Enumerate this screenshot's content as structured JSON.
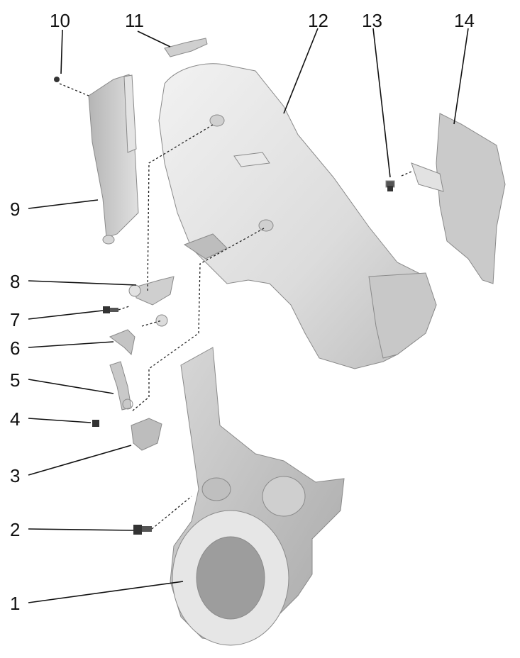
{
  "callouts": [
    {
      "id": "1",
      "label": "1"
    },
    {
      "id": "2",
      "label": "2"
    },
    {
      "id": "3",
      "label": "3"
    },
    {
      "id": "4",
      "label": "4"
    },
    {
      "id": "5",
      "label": "5"
    },
    {
      "id": "6",
      "label": "6"
    },
    {
      "id": "7",
      "label": "7"
    },
    {
      "id": "8",
      "label": "8"
    },
    {
      "id": "9",
      "label": "9"
    },
    {
      "id": "10",
      "label": "10"
    },
    {
      "id": "11",
      "label": "11"
    },
    {
      "id": "12",
      "label": "12"
    },
    {
      "id": "13",
      "label": "13"
    },
    {
      "id": "14",
      "label": "14"
    }
  ],
  "colors": {
    "part_light": "#e4e4e4",
    "part_mid": "#cfcfcf",
    "part_dark": "#9a9a9a",
    "line": "#111111"
  }
}
